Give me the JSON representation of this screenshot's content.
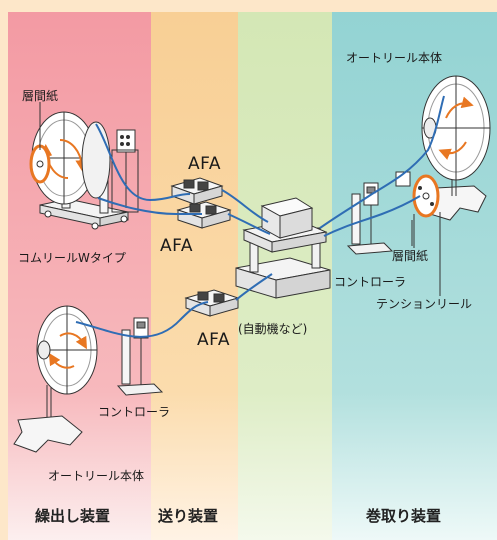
{
  "labels": {
    "sheet_paper_left": "層間紙",
    "comb_reel_w": "コムリールWタイプ",
    "afa_top": "AFA",
    "afa_mid": "AFA",
    "afa_bottom": "AFA",
    "auto_machine": "(自動機など)",
    "controller_left": "コントローラ",
    "auto_reel_left": "オートリール本体",
    "auto_reel_right": "オートリール本体",
    "controller_right": "コントローラ",
    "sheet_paper_right": "層間紙",
    "tension_reel": "テンションリール"
  },
  "zones": {
    "feed": "繰出し装置",
    "send": "送り装置",
    "take": "巻取り装置"
  },
  "colors": {
    "feed_zone": "#f39aa3",
    "send_zone": "#f8cf95",
    "device_zone": "#d4e7b5",
    "take_zone": "#93d3d3",
    "tape": "#2f6db4",
    "arrow": "#e87722"
  }
}
